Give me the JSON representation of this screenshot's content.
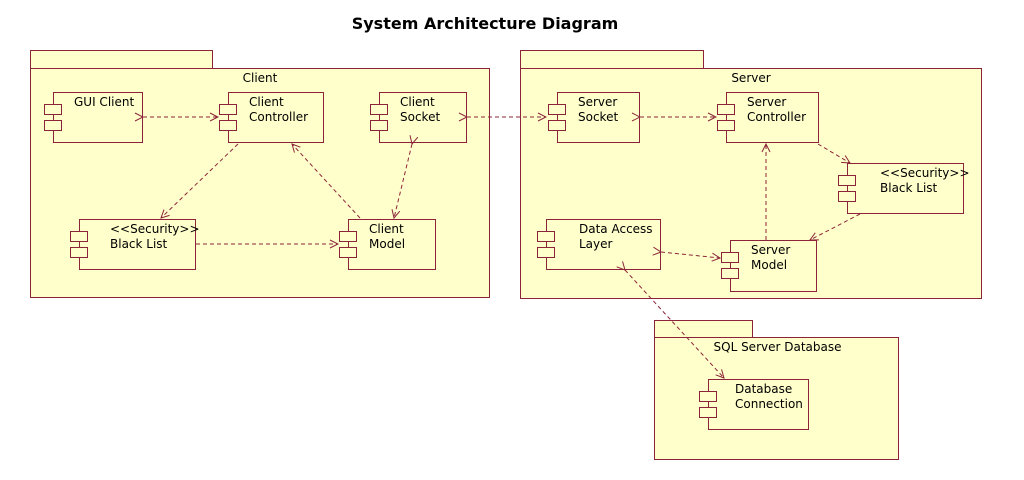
{
  "title": "System Architecture Diagram",
  "colors": {
    "fill": "#ffffcc",
    "stroke": "#8b2438"
  },
  "packages": {
    "client": "Client",
    "server": "Server",
    "db": "SQL Server Database"
  },
  "components": {
    "gui_client": [
      "GUI Client"
    ],
    "client_controller": [
      "Client",
      "Controller"
    ],
    "client_socket": [
      "Client",
      "Socket"
    ],
    "client_blacklist": [
      "<<Security>>",
      "Black List"
    ],
    "client_model": [
      "Client",
      "Model"
    ],
    "server_socket": [
      "Server",
      "Socket"
    ],
    "server_controller": [
      "Server",
      "Controller"
    ],
    "server_blacklist": [
      "<<Security>>",
      "Black List"
    ],
    "data_access_layer": [
      "Data Access",
      "Layer"
    ],
    "server_model": [
      "Server",
      "Model"
    ],
    "database_connection": [
      "Database",
      "Connection"
    ]
  }
}
